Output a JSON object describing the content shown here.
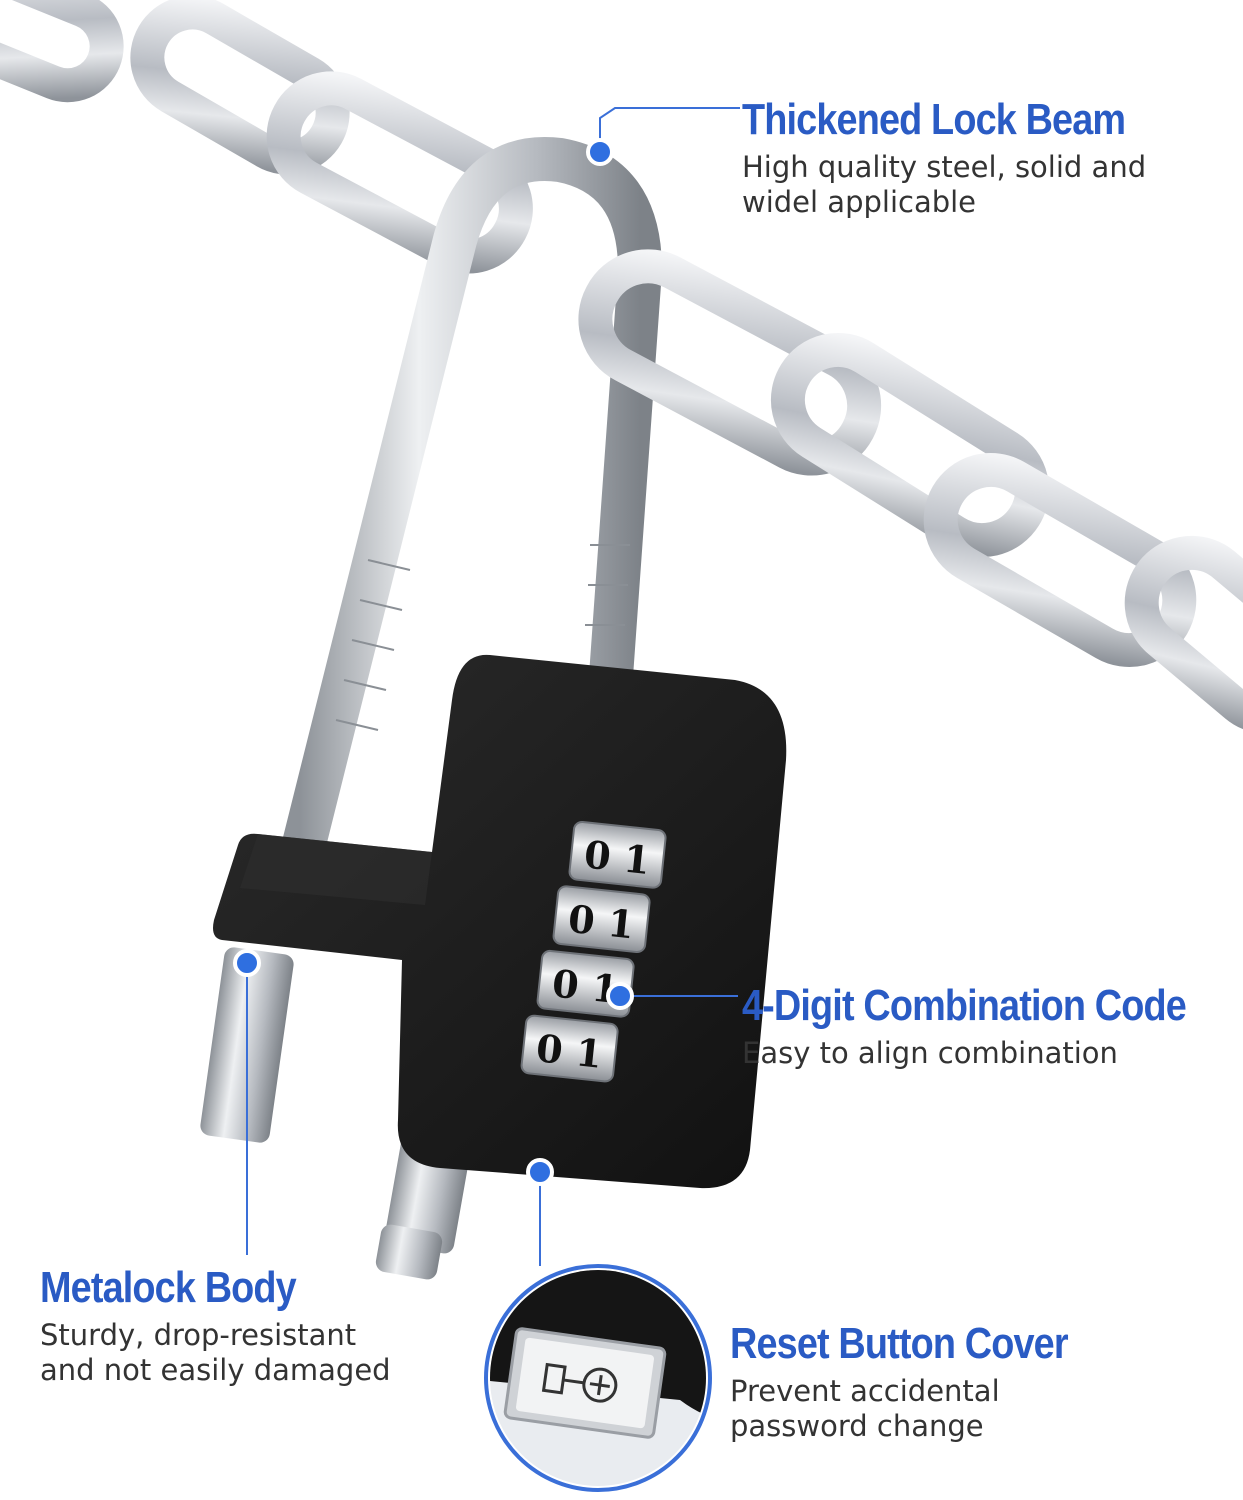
{
  "features": {
    "beam": {
      "title": "Thickened Lock Beam",
      "desc_line1": "High quality steel, solid and",
      "desc_line2": "widel applicable"
    },
    "code": {
      "title": "4-Digit Combination Code",
      "desc_line1": "Easy to align combination"
    },
    "body": {
      "title": "Metalock Body",
      "desc_line1": "Sturdy, drop-resistant",
      "desc_line2": "and not easily damaged"
    },
    "reset": {
      "title": "Reset Button Cover",
      "desc_line1": "Prevent accidental",
      "desc_line2": "password change"
    }
  },
  "dials": [
    "0 1",
    "0 1",
    "0 1",
    "0 1"
  ],
  "colors": {
    "accent": "#2a5bc4",
    "marker": "#2f6fe0",
    "lock_body": "#1c1c1c",
    "steel": "#c9ccd1",
    "text": "#333333"
  },
  "icons": {
    "reset_symbol": "lock-plus-icon"
  }
}
